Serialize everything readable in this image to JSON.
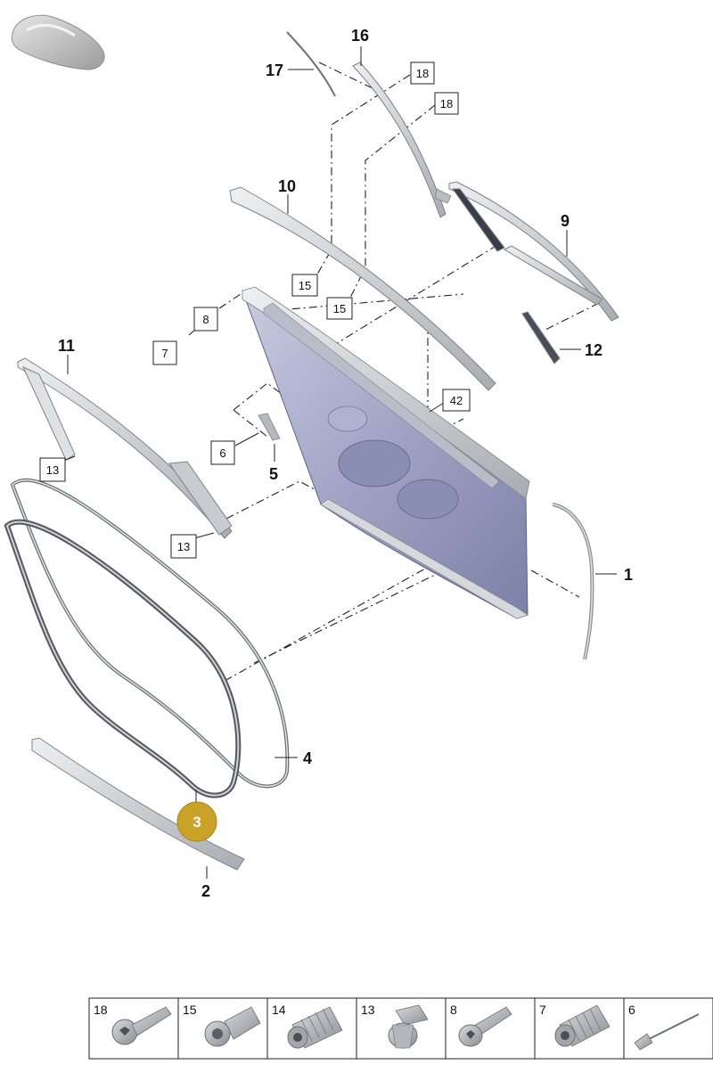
{
  "callouts": {
    "c1": "1",
    "c2": "2",
    "c4": "4",
    "c5": "5",
    "c9": "9",
    "c10": "10",
    "c11": "11",
    "c12": "12",
    "c16": "16",
    "c17": "17"
  },
  "boxed_refs": {
    "b18a": "18",
    "b18b": "18",
    "b15a": "15",
    "b15b": "15",
    "b8": "8",
    "b7": "7",
    "b42": "42",
    "b6": "6",
    "b13a": "13",
    "b13b": "13"
  },
  "highlighted_part": "3",
  "hardware_table": {
    "cells": [
      {
        "label": "18",
        "icon": "torx-bolt-icon"
      },
      {
        "label": "15",
        "icon": "rivet-nut-icon"
      },
      {
        "label": "14",
        "icon": "knurled-nut-icon"
      },
      {
        "label": "13",
        "icon": "expanding-clip-icon"
      },
      {
        "label": "8",
        "icon": "screw-icon"
      },
      {
        "label": "7",
        "icon": "knurled-nut-icon"
      },
      {
        "label": "6",
        "icon": "pin-rivet-icon"
      }
    ]
  },
  "colors": {
    "highlight": "#c9a227",
    "door_panel": "#9fa2c4",
    "trim": "#c9ccd1"
  }
}
